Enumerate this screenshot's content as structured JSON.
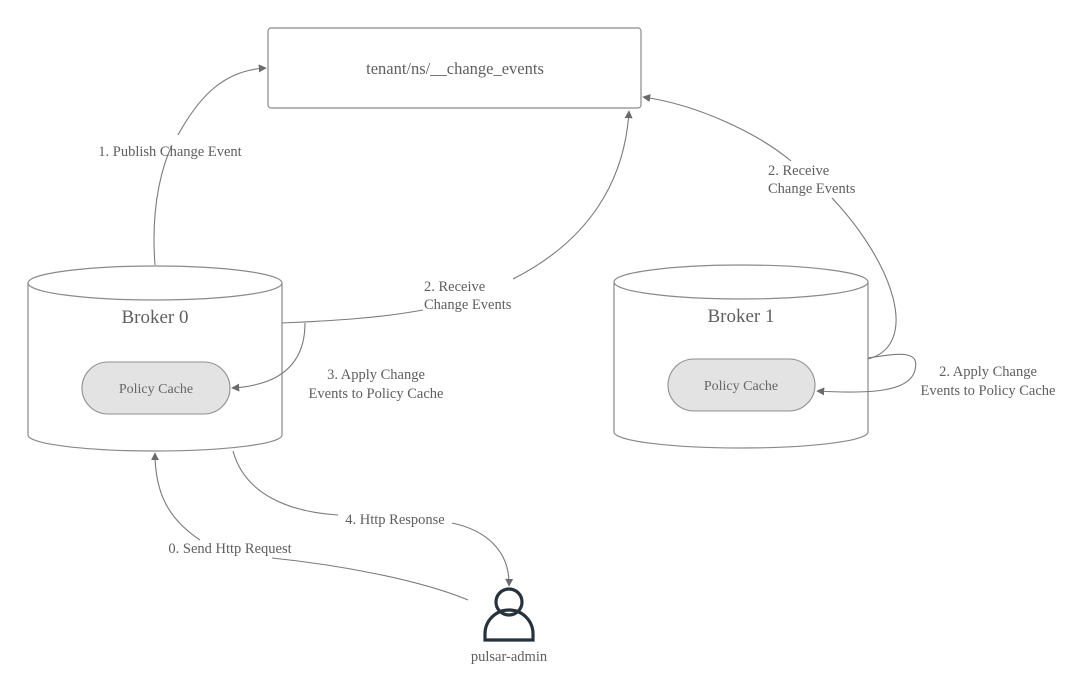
{
  "diagram": {
    "topic": {
      "label": "tenant/ns/__change_events"
    },
    "brokers": [
      {
        "id": "broker-0",
        "title": "Broker 0",
        "cache_label": "Policy Cache"
      },
      {
        "id": "broker-1",
        "title": "Broker 1",
        "cache_label": "Policy Cache"
      }
    ],
    "actor": {
      "label": "pulsar-admin",
      "icon": "user-icon"
    },
    "edges": {
      "publish": {
        "label": "1. Publish Change Event"
      },
      "receive_b0": {
        "line1": "2. Receive",
        "line2": "Change Events"
      },
      "receive_b1": {
        "line1": "2. Receive",
        "line2": "Change Events"
      },
      "apply_b0": {
        "line1": "3. Apply Change",
        "line2": "Events to Policy Cache"
      },
      "apply_b1": {
        "line1": "2. Apply Change",
        "line2": "Events to Policy Cache"
      },
      "request": {
        "label": "0. Send Http Request"
      },
      "response": {
        "label": "4. Http Response"
      }
    },
    "colors": {
      "line": "#7a7a7a",
      "pill_fill": "#e3e3e3",
      "actor": "#27323d",
      "text": "#5e5e5e"
    }
  }
}
